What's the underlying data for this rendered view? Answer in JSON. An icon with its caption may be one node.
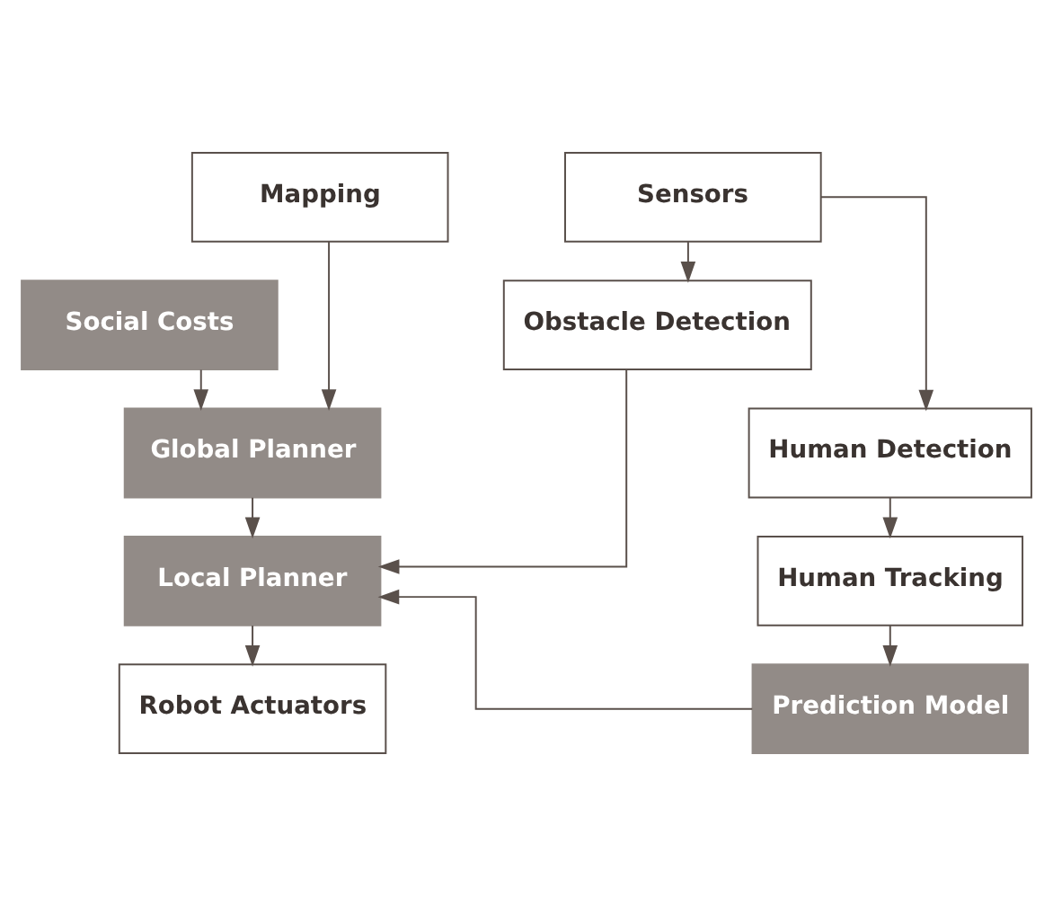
{
  "diagram": {
    "nodes": [
      {
        "text": [
          "Mapping"
        ]
      },
      {
        "text": [
          "Social Costs"
        ]
      },
      {
        "text": [
          "Global Planner"
        ]
      },
      {
        "text": [
          "Local Planner"
        ]
      },
      {
        "text": [
          "Robot Actuators"
        ]
      },
      {
        "text": [
          "Sensors"
        ]
      },
      {
        "text": [
          "Obstacle Detection"
        ]
      },
      {
        "text": [
          "Human Detection"
        ]
      },
      {
        "text": [
          "Human Tracking"
        ]
      },
      {
        "text": [
          "Prediction Model"
        ]
      }
    ],
    "edges": [
      {
        "from": 0,
        "to": 2,
        "arrow": "to"
      },
      {
        "from": 1,
        "to": 2,
        "arrow": "to"
      },
      {
        "from": 2,
        "to": 3,
        "arrow": "to"
      },
      {
        "from": 3,
        "to": 4,
        "arrow": "to"
      },
      {
        "from": 5,
        "to": 6,
        "arrow": "to"
      },
      {
        "from": 5,
        "to": 7,
        "arrow": "to"
      },
      {
        "from": 7,
        "to": 8,
        "arrow": "to"
      },
      {
        "from": 8,
        "to": 9,
        "arrow": "to"
      },
      {
        "from": 6,
        "to": 3,
        "arrow": "to"
      },
      {
        "from": 9,
        "to": 3,
        "arrow": "to"
      }
    ]
  }
}
